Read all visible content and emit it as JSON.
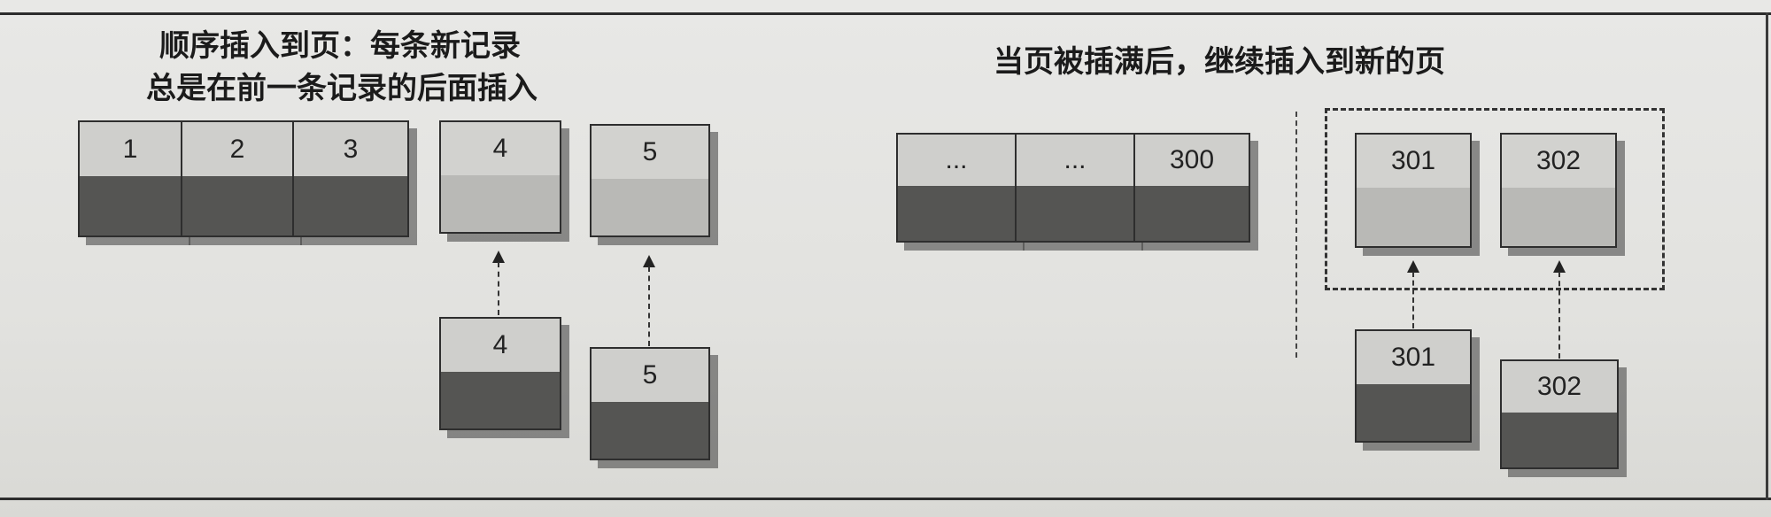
{
  "left": {
    "title_line1": "顺序插入到页：每条新记录",
    "title_line2": "总是在前一条记录的后面插入",
    "page_cells": [
      "1",
      "2",
      "3"
    ],
    "page_4": "4",
    "page_5": "5",
    "new_4": "4",
    "new_5": "5"
  },
  "right": {
    "title": "当页被插满后，继续插入到新的页",
    "full_page_cells": [
      "...",
      "...",
      "300"
    ],
    "new_page_cells": [
      "301",
      "302"
    ],
    "incoming_301": "301",
    "incoming_302": "302"
  }
}
